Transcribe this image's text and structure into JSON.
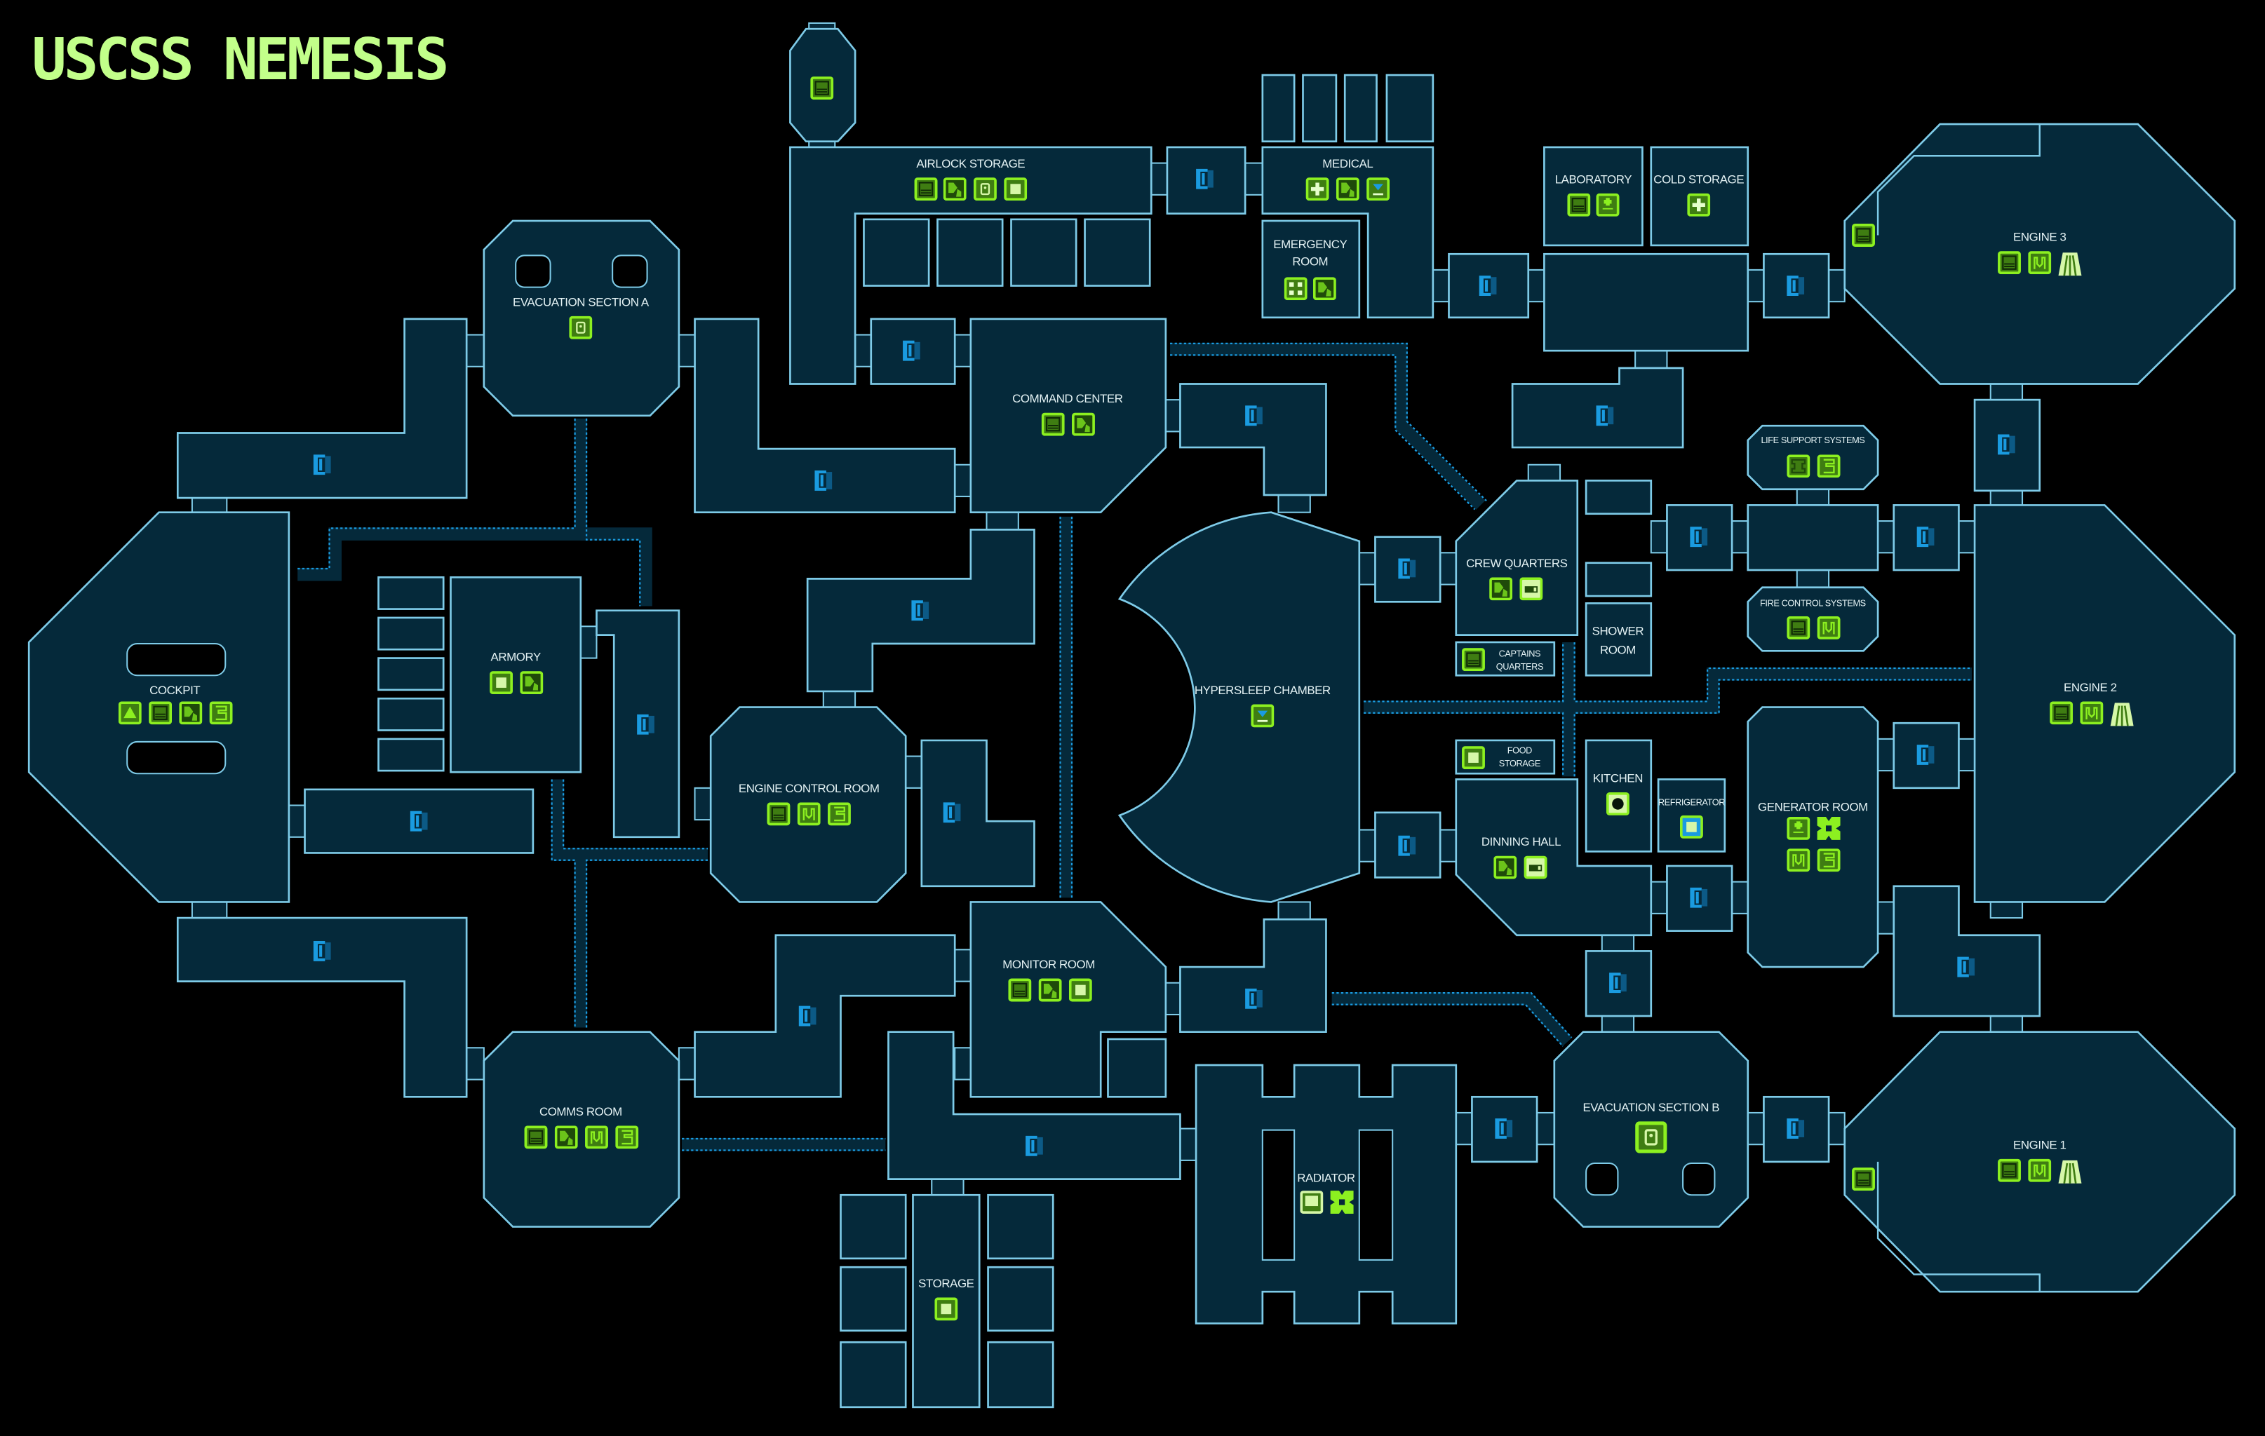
{
  "title": "USCSS NEMESIS",
  "colors": {
    "background": "#000000",
    "room_fill": "#05293a",
    "room_outline": "#7ecbe8",
    "icon_green": "#8cf020",
    "door_blue": "#1a9be0",
    "title": "#c2ff8a"
  },
  "rooms": {
    "cockpit": {
      "label": "COCKPIT",
      "icons": [
        "warning-icon",
        "terminal-icon",
        "hazard-icon",
        "locker-icon"
      ]
    },
    "evac_a": {
      "label": "EVACUATION SECTION A",
      "icons": [
        "escape-pod-icon"
      ]
    },
    "armory": {
      "label": "ARMORY",
      "icons": [
        "crate-icon",
        "hazard-icon"
      ]
    },
    "comms": {
      "label": "COMMS ROOM",
      "icons": [
        "terminal-icon",
        "hazard-icon",
        "vent-icon",
        "locker-icon"
      ]
    },
    "engine_control": {
      "label": "ENGINE CONTROL ROOM",
      "icons": [
        "terminal-icon",
        "vent-icon",
        "locker-icon"
      ]
    },
    "command": {
      "label": "COMMAND CENTER",
      "icons": [
        "terminal-icon",
        "hazard-icon"
      ]
    },
    "monitor": {
      "label": "MONITOR ROOM",
      "icons": [
        "terminal-icon",
        "hazard-icon",
        "crate-icon"
      ]
    },
    "airlock": {
      "label": "AIRLOCK STORAGE",
      "icons": [
        "terminal-icon",
        "hazard-icon",
        "escape-pod-icon",
        "crate-icon"
      ]
    },
    "medical": {
      "label": "MEDICAL",
      "icons": [
        "medkit-icon",
        "hazard-icon",
        "cryo-icon"
      ]
    },
    "emergency": {
      "label_lines": [
        "EMERGENCY",
        "ROOM"
      ],
      "icons": [
        "dice-icon",
        "hazard-icon"
      ]
    },
    "laboratory": {
      "label": "LABORATORY",
      "icons": [
        "terminal-icon",
        "battery-icon"
      ]
    },
    "cold_storage": {
      "label": "COLD STORAGE",
      "icons": [
        "medkit-icon"
      ]
    },
    "engine3": {
      "label": "ENGINE 3",
      "icons": [
        "terminal-icon",
        "vent-icon",
        "engine-icon"
      ]
    },
    "engine2": {
      "label": "ENGINE 2",
      "icons": [
        "terminal-icon",
        "vent-icon",
        "engine-icon"
      ]
    },
    "engine1": {
      "label": "ENGINE 1",
      "icons": [
        "terminal-icon",
        "vent-icon",
        "engine-icon"
      ]
    },
    "hypersleep": {
      "label": "HYPERSLEEP CHAMBER",
      "icons": [
        "cryo-icon"
      ]
    },
    "crew": {
      "label": "CREW QUARTERS",
      "icons": [
        "hazard-icon",
        "bed-icon"
      ]
    },
    "captains": {
      "label_lines": [
        "CAPTAINS",
        "QUARTERS"
      ],
      "icons": [
        "terminal-icon"
      ]
    },
    "shower": {
      "label_lines": [
        "SHOWER",
        "ROOM"
      ]
    },
    "food_storage": {
      "label_lines": [
        "FOOD",
        "STORAGE"
      ],
      "icons": [
        "crate-icon"
      ]
    },
    "dinning": {
      "label": "DINNING HALL",
      "icons": [
        "hazard-icon",
        "bed-icon"
      ]
    },
    "kitchen": {
      "label": "KITCHEN",
      "icons": [
        "stove-icon"
      ]
    },
    "refrigerator": {
      "label": "REFRIGERATOR",
      "icons": [
        "fridge-icon"
      ]
    },
    "life_support": {
      "label": "LIFE SUPPORT SYSTEMS",
      "icons": [
        "filter-icon",
        "locker-icon"
      ]
    },
    "fire_control": {
      "label": "FIRE CONTROL SYSTEMS",
      "icons": [
        "terminal-icon",
        "vent-icon"
      ]
    },
    "generator": {
      "label": "GENERATOR ROOM",
      "icons": [
        "battery-icon",
        "fan-icon",
        "vent-icon",
        "locker-icon"
      ]
    },
    "evac_b": {
      "label": "EVACUATION SECTION B",
      "icons": [
        "escape-pod-icon"
      ]
    },
    "radiator": {
      "label": "RADIATOR",
      "icons": [
        "screen-icon",
        "fan-icon"
      ]
    },
    "storage": {
      "label": "STORAGE",
      "icons": [
        "crate-icon"
      ]
    }
  }
}
